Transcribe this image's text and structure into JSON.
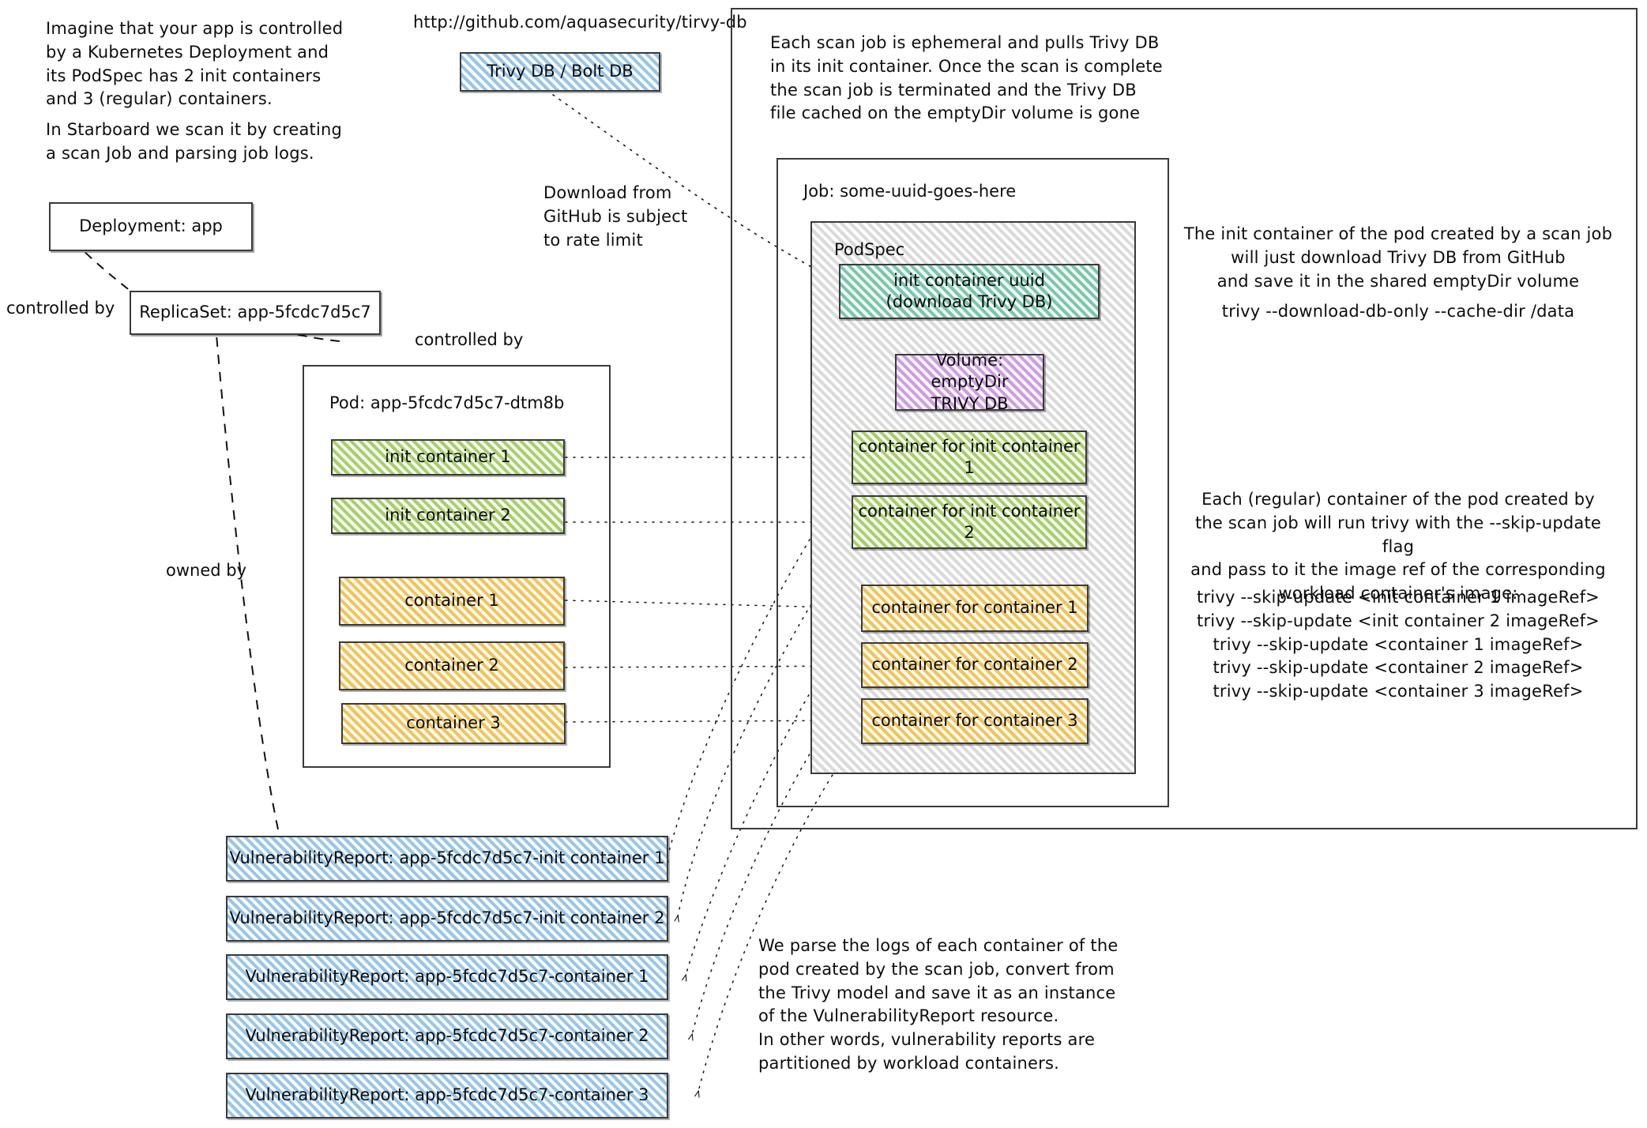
{
  "intro": {
    "paragraph1": "Imagine that your app is controlled\nby a Kubernetes Deployment and\nits PodSpec has 2 init containers\nand 3 (regular) containers.",
    "paragraph2": "In Starboard we scan it by creating\na scan Job and parsing job logs."
  },
  "trivy_db": {
    "url": "http://github.com/aquasecurity/tirvy-db",
    "box_label": "Trivy DB / Bolt DB",
    "rate_limit_note": "Download from\nGitHub is subject\nto rate limit"
  },
  "workload": {
    "deployment_label": "Deployment: app",
    "replicaset_label": "ReplicaSet: app-5fcdc7d5c7",
    "pod_label": "Pod: app-5fcdc7d5c7-dtm8b",
    "containers": [
      {
        "label": "init container 1",
        "kind": "init"
      },
      {
        "label": "init container 2",
        "kind": "init"
      },
      {
        "label": "container 1",
        "kind": "regular"
      },
      {
        "label": "container 2",
        "kind": "regular"
      },
      {
        "label": "container 3",
        "kind": "regular"
      }
    ]
  },
  "edge_labels": {
    "controlled_by_deployment": "controlled by",
    "controlled_by_replicaset": "controlled by",
    "owned_by": "owned by"
  },
  "scan": {
    "ephemeral_note": "Each scan job is ephemeral and pulls Trivy DB\nin its init container. Once the scan is complete\nthe scan job is terminated and the Trivy DB\nfile cached on the emptyDir volume is gone",
    "job_label": "Job: some-uuid-goes-here",
    "podspec_label": "PodSpec",
    "init_container_label": "init container uuid\n(download Trivy DB)",
    "volume_label": "Volume: emptyDir\nTRIVY DB",
    "scan_containers": [
      {
        "label": "container for init container 1",
        "kind": "init"
      },
      {
        "label": "container for init container 2",
        "kind": "init"
      },
      {
        "label": "container for container 1",
        "kind": "regular"
      },
      {
        "label": "container for container 2",
        "kind": "regular"
      },
      {
        "label": "container for container 3",
        "kind": "regular"
      }
    ]
  },
  "annotations": {
    "init_container_note": "The init container of the pod created by a scan job\nwill just download Trivy DB from GitHub\nand save it in the shared emptyDir volume",
    "init_container_cmd": "trivy --download-db-only --cache-dir /data",
    "regular_container_note": "Each (regular) container of the pod created by\nthe scan job will run trivy with the --skip-update flag\nand pass to it the image ref of the corresponding\nworkload container's image:",
    "regular_container_cmds": "trivy --skip-update <init container 1 imageRef>\ntrivy --skip-update <init container 2 imageRef>\ntrivy --skip-update <container 1 imageRef>\ntrivy --skip-update <container 2 imageRef>\ntrivy --skip-update <container 3 imageRef>",
    "parse_logs_note": "We parse the logs of each container of the\npod created by the scan job, convert from\nthe Trivy model and save it as an instance\nof the VulnerabilityReport resource.\nIn other words, vulnerability reports are\npartitioned by workload containers."
  },
  "reports": [
    {
      "label": "VulnerabilityReport: app-5fcdc7d5c7-init container 1"
    },
    {
      "label": "VulnerabilityReport: app-5fcdc7d5c7-init container 2"
    },
    {
      "label": "VulnerabilityReport: app-5fcdc7d5c7-container 1"
    },
    {
      "label": "VulnerabilityReport: app-5fcdc7d5c7-container 2"
    },
    {
      "label": "VulnerabilityReport: app-5fcdc7d5c7-container 3"
    }
  ],
  "colors": {
    "init_container": "#cfe8a8",
    "regular_container": "#f8dd9a",
    "trivy_db": "#cfe6f7",
    "scan_init": "#b9e3d2",
    "volume": "#e6cdf0",
    "report": "#cfe6f7",
    "stroke": "#3a3a3a"
  }
}
